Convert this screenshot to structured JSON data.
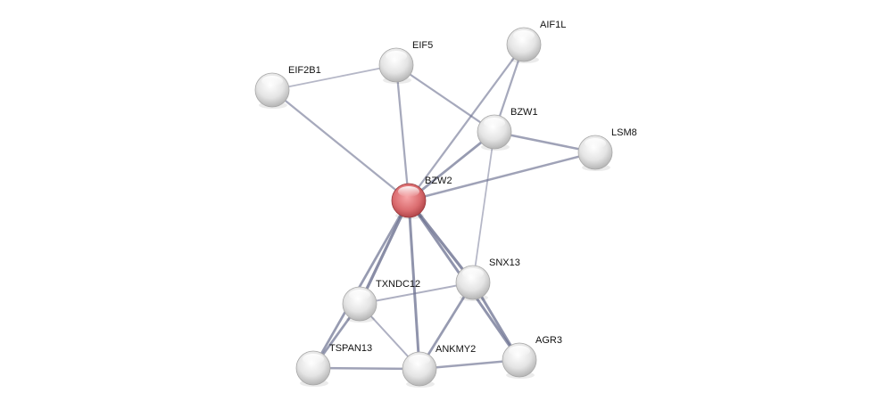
{
  "network": {
    "query_node": "BZW2",
    "colors": {
      "query": "#d9666a",
      "node": "#e6e6e6",
      "edge": "#6b7090"
    },
    "nodes": [
      {
        "id": "EIF2B1",
        "label": "EIF2B1"
      },
      {
        "id": "EIF5",
        "label": "EIF5"
      },
      {
        "id": "AIF1L",
        "label": "AIF1L"
      },
      {
        "id": "BZW1",
        "label": "BZW1"
      },
      {
        "id": "LSM8",
        "label": "LSM8"
      },
      {
        "id": "BZW2",
        "label": "BZW2"
      },
      {
        "id": "SNX13",
        "label": "SNX13"
      },
      {
        "id": "TXNDC12",
        "label": "TXNDC12"
      },
      {
        "id": "AGR3",
        "label": "AGR3"
      },
      {
        "id": "TSPAN13",
        "label": "TSPAN13"
      },
      {
        "id": "ANKMY2",
        "label": "ANKMY2"
      }
    ],
    "edges": [
      {
        "source": "EIF2B1",
        "target": "EIF5",
        "strength": 0.3
      },
      {
        "source": "EIF2B1",
        "target": "BZW2",
        "strength": 0.5
      },
      {
        "source": "EIF5",
        "target": "BZW2",
        "strength": 0.5
      },
      {
        "source": "EIF5",
        "target": "BZW1",
        "strength": 0.5
      },
      {
        "source": "AIF1L",
        "target": "BZW2",
        "strength": 0.5
      },
      {
        "source": "AIF1L",
        "target": "BZW1",
        "strength": 0.5
      },
      {
        "source": "BZW1",
        "target": "BZW2",
        "strength": 0.7
      },
      {
        "source": "BZW1",
        "target": "LSM8",
        "strength": 0.6
      },
      {
        "source": "BZW2",
        "target": "LSM8",
        "strength": 0.6
      },
      {
        "source": "BZW1",
        "target": "SNX13",
        "strength": 0.3
      },
      {
        "source": "BZW2",
        "target": "SNX13",
        "strength": 0.9
      },
      {
        "source": "BZW2",
        "target": "TXNDC12",
        "strength": 0.9
      },
      {
        "source": "BZW2",
        "target": "TSPAN13",
        "strength": 0.7
      },
      {
        "source": "BZW2",
        "target": "ANKMY2",
        "strength": 0.8
      },
      {
        "source": "BZW2",
        "target": "AGR3",
        "strength": 0.8
      },
      {
        "source": "TXNDC12",
        "target": "SNX13",
        "strength": 0.4
      },
      {
        "source": "TXNDC12",
        "target": "TSPAN13",
        "strength": 0.7
      },
      {
        "source": "TXNDC12",
        "target": "ANKMY2",
        "strength": 0.4
      },
      {
        "source": "TSPAN13",
        "target": "ANKMY2",
        "strength": 0.6
      },
      {
        "source": "ANKMY2",
        "target": "SNX13",
        "strength": 0.7
      },
      {
        "source": "ANKMY2",
        "target": "AGR3",
        "strength": 0.6
      },
      {
        "source": "SNX13",
        "target": "AGR3",
        "strength": 0.8
      }
    ]
  }
}
